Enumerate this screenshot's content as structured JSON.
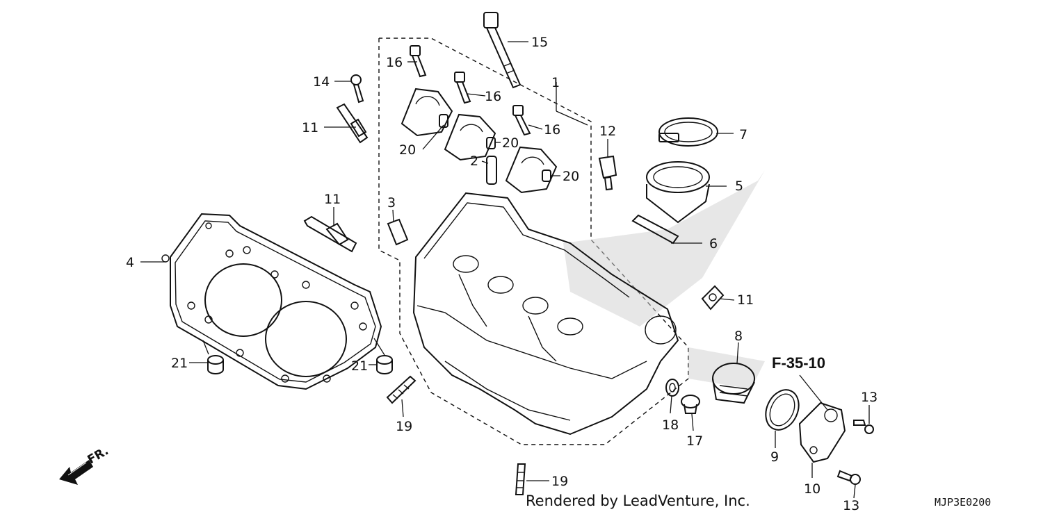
{
  "callouts": [
    {
      "id": "c1",
      "label": "1"
    },
    {
      "id": "c2",
      "label": "2"
    },
    {
      "id": "c3",
      "label": "3"
    },
    {
      "id": "c4",
      "label": "4"
    },
    {
      "id": "c5",
      "label": "5"
    },
    {
      "id": "c6",
      "label": "6"
    },
    {
      "id": "c7",
      "label": "7"
    },
    {
      "id": "c8",
      "label": "8"
    },
    {
      "id": "c9",
      "label": "9"
    },
    {
      "id": "c10",
      "label": "10"
    },
    {
      "id": "c11a",
      "label": "11"
    },
    {
      "id": "c11b",
      "label": "11"
    },
    {
      "id": "c11c",
      "label": "11"
    },
    {
      "id": "c12",
      "label": "12"
    },
    {
      "id": "c13a",
      "label": "13"
    },
    {
      "id": "c13b",
      "label": "13"
    },
    {
      "id": "c14",
      "label": "14"
    },
    {
      "id": "c15",
      "label": "15"
    },
    {
      "id": "c16a",
      "label": "16"
    },
    {
      "id": "c16b",
      "label": "16"
    },
    {
      "id": "c16c",
      "label": "16"
    },
    {
      "id": "c17",
      "label": "17"
    },
    {
      "id": "c18",
      "label": "18"
    },
    {
      "id": "c19a",
      "label": "19"
    },
    {
      "id": "c19b",
      "label": "19"
    },
    {
      "id": "c20a",
      "label": "20"
    },
    {
      "id": "c20b",
      "label": "20"
    },
    {
      "id": "c20c",
      "label": "20"
    },
    {
      "id": "c21a",
      "label": "21"
    },
    {
      "id": "c21b",
      "label": "21"
    }
  ],
  "reference": "F-35-10",
  "direction_label": "FR.",
  "credit": "Rendered by LeadVenture, Inc.",
  "diagram_code": "MJP3E0200"
}
